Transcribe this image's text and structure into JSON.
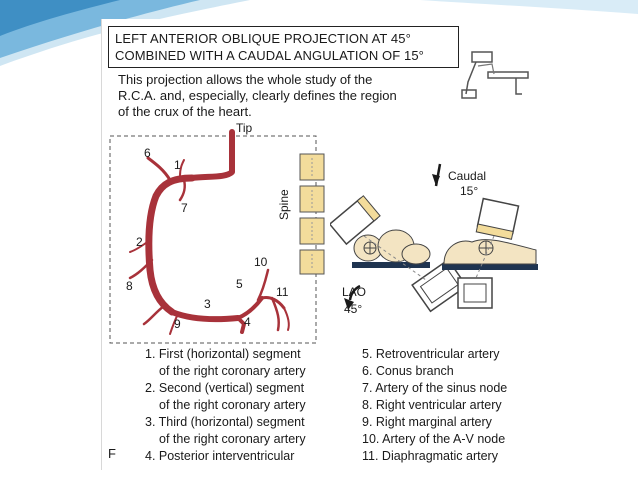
{
  "figure": {
    "title_lines": [
      "LEFT ANTERIOR OBLIQUE PROJECTION AT 45°",
      "COMBINED WITH A CAUDAL ANGULATION OF 15°"
    ],
    "intro_lines": [
      "This projection allows the whole study of the",
      "R.C.A. and, especially, clearly defines the region",
      "of the crux of the heart."
    ],
    "panel_letter": "F"
  },
  "artery_diagram": {
    "tip_label": "Tip",
    "branch_numbers": [
      "6",
      "1",
      "7",
      "2",
      "8",
      "9",
      "3",
      "5",
      "10",
      "11",
      "4"
    ]
  },
  "projection": {
    "spine_label": "Spine",
    "caudal_label": "Caudal",
    "caudal_angle": "15°",
    "lao_label": "LAO",
    "lao_angle": "45°"
  },
  "legend": {
    "left": [
      {
        "first": "1. First (horizontal) segment",
        "second": "of the right coronary artery"
      },
      {
        "first": "2. Second (vertical) segment",
        "second": "of the right coronary artery"
      },
      {
        "first": "3. Third (horizontal) segment",
        "second": "of the right coronary artery"
      },
      {
        "first": "4. Posterior interventricular",
        "second": ""
      }
    ],
    "right": [
      "5. Retroventricular artery",
      "6. Conus branch",
      "7. Artery of the sinus node",
      "8. Right ventricular artery",
      "9. Right marginal artery",
      "10. Artery of the A-V node",
      "11. Diaphragmatic artery"
    ]
  },
  "colors": {
    "artery": "#a8323a",
    "swoosh": "#5fa8d3",
    "spine_block": "#f3dc9b",
    "table": "#1f3450"
  }
}
